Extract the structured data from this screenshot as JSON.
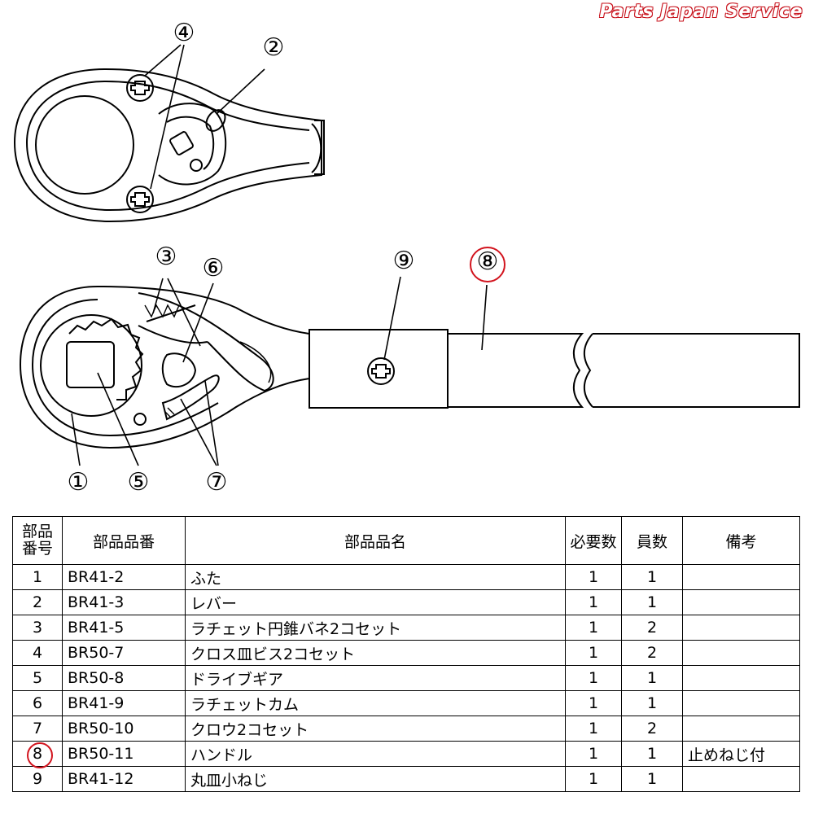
{
  "brand": "Parts Japan Service",
  "callouts": {
    "c1": "①",
    "c2": "②",
    "c3": "③",
    "c4": "④",
    "c5": "⑤",
    "c6": "⑥",
    "c7": "⑦",
    "c8": "⑧",
    "c9": "⑨"
  },
  "highlight_color": "#d2141e",
  "table": {
    "headers": {
      "num_line1": "部品",
      "num_line2": "番号",
      "part_no": "部品品番",
      "part_name": "部品品名",
      "required": "必要数",
      "qty": "員数",
      "note": "備考"
    },
    "rows": [
      {
        "num": "1",
        "part_no": "BR41-2",
        "name": "ふた",
        "required": "1",
        "qty": "1",
        "note": ""
      },
      {
        "num": "2",
        "part_no": "BR41-3",
        "name": "レバー",
        "required": "1",
        "qty": "1",
        "note": ""
      },
      {
        "num": "3",
        "part_no": "BR41-5",
        "name": "ラチェット円錐バネ2コセット",
        "required": "1",
        "qty": "2",
        "note": ""
      },
      {
        "num": "4",
        "part_no": "BR50-7",
        "name": "クロス皿ビス2コセット",
        "required": "1",
        "qty": "2",
        "note": ""
      },
      {
        "num": "5",
        "part_no": "BR50-8",
        "name": "ドライブギア",
        "required": "1",
        "qty": "1",
        "note": ""
      },
      {
        "num": "6",
        "part_no": "BR41-9",
        "name": "ラチェットカム",
        "required": "1",
        "qty": "1",
        "note": ""
      },
      {
        "num": "7",
        "part_no": "BR50-10",
        "name": "クロウ2コセット",
        "required": "1",
        "qty": "2",
        "note": ""
      },
      {
        "num": "8",
        "part_no": "BR50-11",
        "name": "ハンドル",
        "required": "1",
        "qty": "1",
        "note": "止めねじ付"
      },
      {
        "num": "9",
        "part_no": "BR41-12",
        "name": "丸皿小ねじ",
        "required": "1",
        "qty": "1",
        "note": ""
      }
    ]
  }
}
